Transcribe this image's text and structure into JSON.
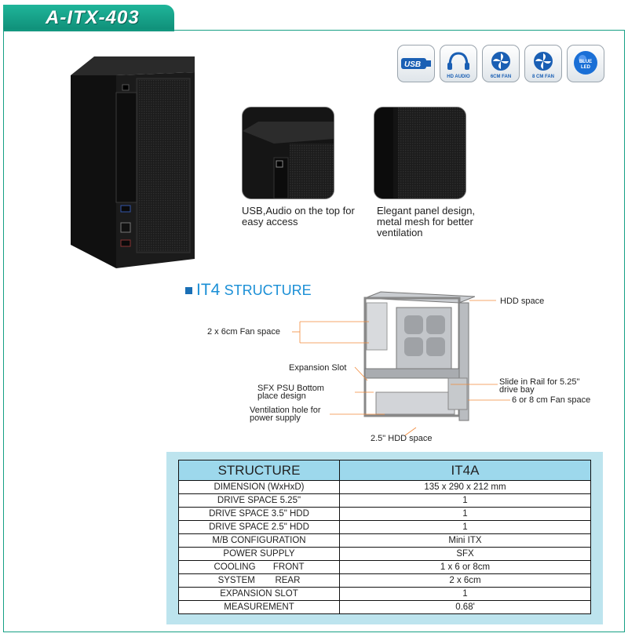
{
  "header": {
    "model": "A-ITX-403"
  },
  "feature_icons": [
    {
      "name": "usb-icon",
      "label": "USB"
    },
    {
      "name": "hd-audio-icon",
      "label": "HD AUDIO"
    },
    {
      "name": "fan-6cm-icon",
      "label": "6CM FAN"
    },
    {
      "name": "fan-8cm-icon",
      "label": "8 CM FAN"
    },
    {
      "name": "blue-led-icon",
      "label": "BLUE LED"
    }
  ],
  "features": [
    {
      "caption_line1": "USB,Audio on the top for",
      "caption_line2": "easy access"
    },
    {
      "caption_line1": "Elegant panel design,",
      "caption_line2": "metal mesh for better",
      "caption_line3": "ventilation"
    }
  ],
  "structure_section": {
    "title_prefix": "IT4",
    "title_suffix": "STRUCTURE",
    "callouts": {
      "hdd_space": "HDD space",
      "fan_space": "2 x 6cm Fan space",
      "expansion_slot": "Expansion Slot",
      "slide_rail_1": "Slide in Rail for 5.25\"",
      "slide_rail_2": "drive bay",
      "psu_1": "SFX PSU Bottom",
      "psu_2": "place design",
      "fan_space_2": "6 or 8 cm Fan space",
      "vent_1": "Ventilation hole for",
      "vent_2": "power supply",
      "hdd_25": "2.5\" HDD space"
    }
  },
  "spec_table": {
    "headers": [
      "STRUCTURE",
      "IT4A"
    ],
    "rows": [
      {
        "label": "DIMENSION (WxHxD)",
        "value": "135 x 290 x 212 mm"
      },
      {
        "label": "DRIVE SPACE 5.25\"",
        "value": "1"
      },
      {
        "label": "DRIVE SPACE 3.5\" HDD",
        "value": "1"
      },
      {
        "label": "DRIVE SPACE 2.5\" HDD",
        "value": "1"
      },
      {
        "label": "M/B CONFIGURATION",
        "value": "Mini ITX"
      },
      {
        "label": "POWER SUPPLY",
        "value": "SFX"
      },
      {
        "label": "COOLING       FRONT",
        "value": "1 x 6 or 8cm"
      },
      {
        "label": "SYSTEM        REAR",
        "value": "2 x 6cm"
      },
      {
        "label": "EXPANSION SLOT",
        "value": "1"
      },
      {
        "label": "MEASUREMENT",
        "value": "0.68'"
      }
    ]
  }
}
